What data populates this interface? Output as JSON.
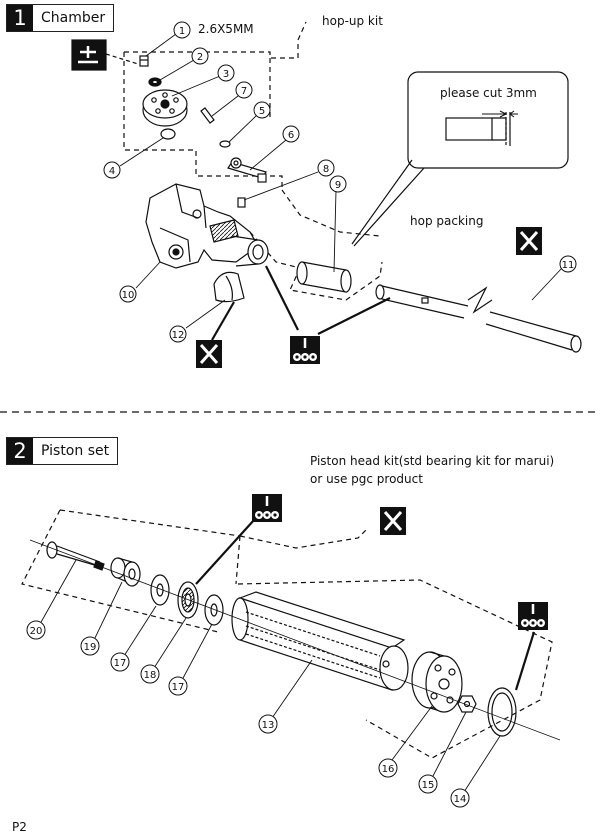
{
  "page_number": "P2",
  "section1": {
    "number": "1",
    "title": "Chamber",
    "screw_spec": "2.6X5MM",
    "hopup_kit_label": "hop-up kit",
    "callout_text": "please cut 3mm",
    "hop_packing_label": "hop packing",
    "part_numbers": [
      "1",
      "2",
      "3",
      "4",
      "5",
      "6",
      "7",
      "8",
      "9",
      "10",
      "11",
      "12"
    ]
  },
  "section2": {
    "number": "2",
    "title": "Piston set",
    "note_line1": "Piston head kit(std bearing kit for marui)",
    "note_line2": "or use pgc product",
    "part_numbers": [
      "13",
      "14",
      "15",
      "16",
      "17",
      "18",
      "17",
      "19",
      "20"
    ]
  },
  "symbols": {
    "cross_mark": "X",
    "colors": {
      "ink": "#111111",
      "paper": "#ffffff"
    }
  }
}
